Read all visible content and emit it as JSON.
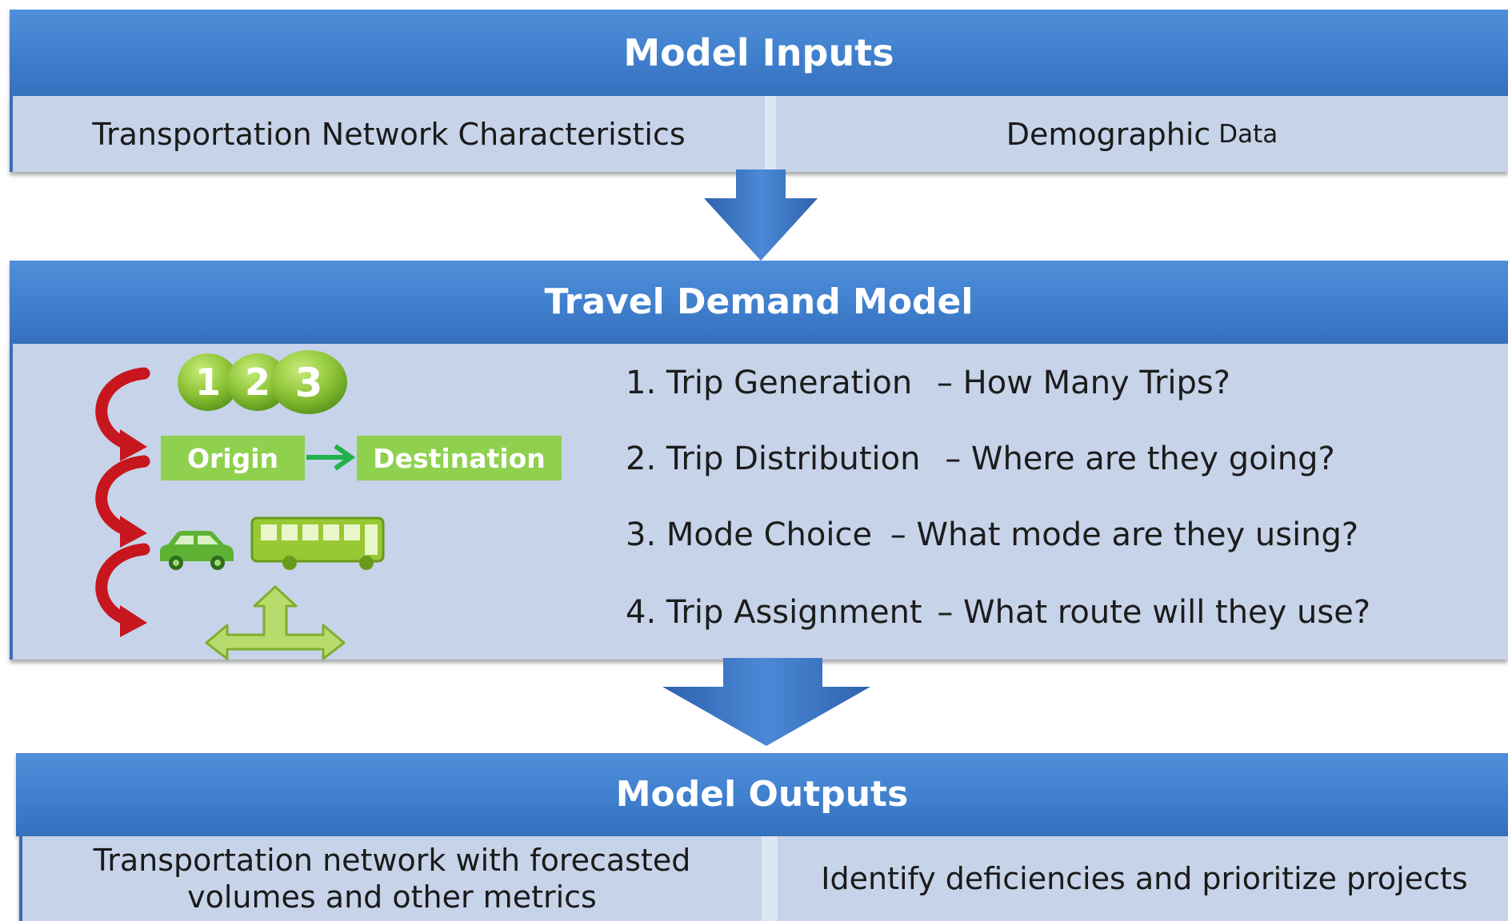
{
  "inputs": {
    "title": "Model Inputs",
    "left": "Transportation Network Characteristics",
    "right_main": "Demographic",
    "right_small": "Data"
  },
  "model": {
    "title": "Travel Demand Model",
    "badge_numbers": [
      "1",
      "2",
      "3"
    ],
    "origin": "Origin",
    "destination": "Destination",
    "steps": [
      {
        "label": "1. Trip Generation",
        "question": "– How Many Trips?"
      },
      {
        "label": "2. Trip Distribution",
        "question": "– Where are they going?"
      },
      {
        "label": "3. Mode Choice",
        "question": "– What mode are they using?"
      },
      {
        "label": "4. Trip Assignment",
        "question": "– What route will  they use?"
      }
    ]
  },
  "outputs": {
    "title": "Model Outputs",
    "left_line1": "Transportation network with forecasted",
    "left_line2": "volumes and other metrics",
    "right": "Identify deficiencies and prioritize projects"
  },
  "colors": {
    "header_blue": "#3f7fcd",
    "panel": "#c6d3e8",
    "arrow_blue": "#3b73bf",
    "cycle_red": "#c8161e",
    "icon_green": "#8fd14f"
  }
}
